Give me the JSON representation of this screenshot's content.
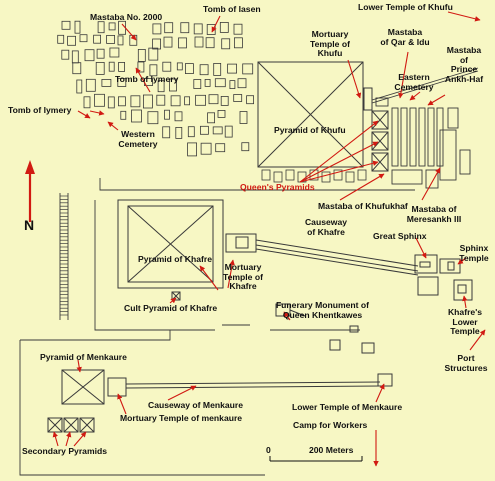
{
  "colors": {
    "background": "#f7f7c4",
    "structure": "#3a3a3a",
    "pointer": "#d11a12"
  },
  "north": {
    "letter": "N"
  },
  "scale": {
    "start": "0",
    "end": "200 Meters"
  },
  "labels": {
    "mastaba_2000": "Mastaba No. 2000",
    "tomb_iasen": "Tomb of Iasen",
    "lower_temple_khufu": "Lower Temple of Khufu",
    "mastaba_qar_1": "Mastaba",
    "mastaba_qar_2": "of Qar & Idu",
    "mortuary_khufu_1": "Mortuary",
    "mortuary_khufu_2": "Temple of",
    "mortuary_khufu_3": "Khufu",
    "mastaba_ankh_1": "Mastaba",
    "mastaba_ankh_2": "of",
    "mastaba_ankh_3": "Prince",
    "mastaba_ankh_4": "Ankh-Haf",
    "tomb_iymery_1": "Tomb of Iymery",
    "eastern_cemetery_1": "Eastern",
    "eastern_cemetery_2": "Cemetery",
    "tomb_iymery_2": "Tomb of Iymery",
    "western_cemetery_1": "Western",
    "western_cemetery_2": "Cemetery",
    "pyramid_khufu": "Pyramid of Khufu",
    "queens_pyramids": "Queen's Pyramids",
    "mastaba_khufukhaf": "Mastaba of Khufukhaf",
    "causeway_khafre_1": "Causeway",
    "causeway_khafre_2": "of Khafre",
    "mastaba_meresankh_1": "Mastaba of",
    "mastaba_meresankh_2": "Meresankh III",
    "great_sphinx": "Great Sphinx",
    "sphinx_temple_1": "Sphinx",
    "sphinx_temple_2": "Temple",
    "pyramid_khafre": "Pyramid of Khafre",
    "mortuary_khafre_1": "Mortuary",
    "mortuary_khafre_2": "Temple of",
    "mortuary_khafre_3": "Khafre",
    "cult_pyramid_khafre": "Cult Pyramid of Khafre",
    "funerary_khentkawes_1": "Funerary Monument of",
    "funerary_khentkawes_2": "Queen Khentkawes",
    "khafre_lower_1": "Khafre's",
    "khafre_lower_2": "Lower",
    "khafre_lower_3": "Temple",
    "port_structures_1": "Port",
    "port_structures_2": "Structures",
    "pyramid_menkaure": "Pyramid of Menkaure",
    "causeway_menkaure": "Causeway of Menkaure",
    "mortuary_menkaure": "Mortuary Temple of menkaure",
    "lower_temple_menkaure": "Lower Temple of Menkaure",
    "camp_workers": "Camp for Workers",
    "secondary_pyramids": "Secondary Pyramids"
  }
}
